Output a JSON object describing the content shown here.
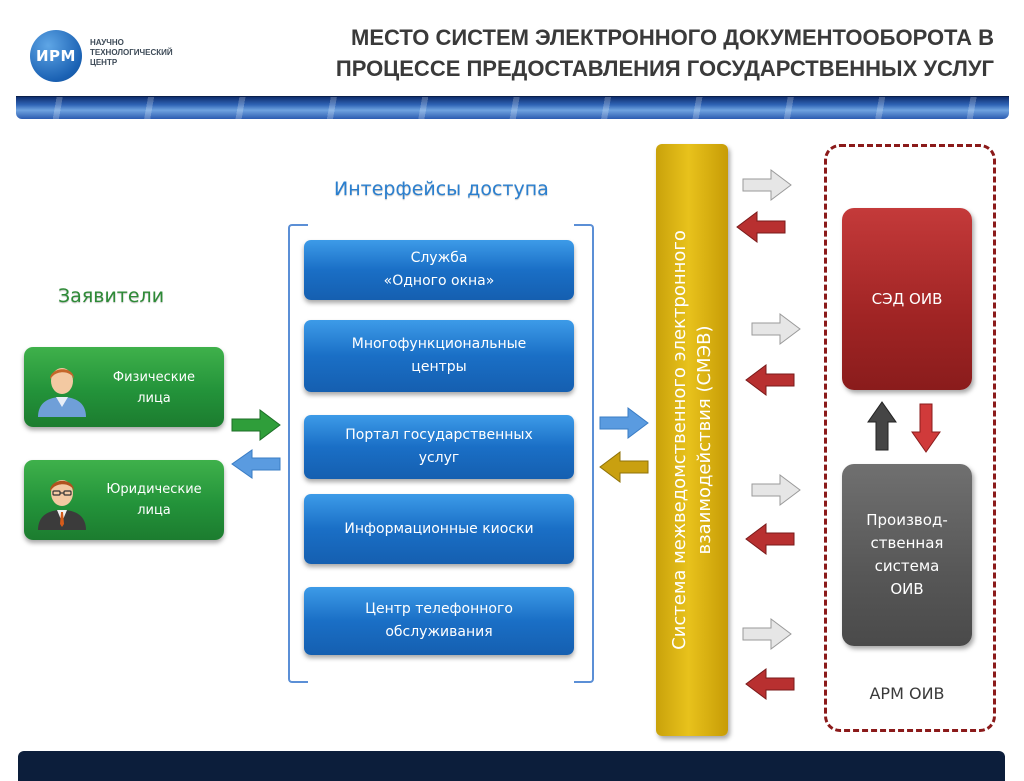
{
  "logo": {
    "abbr": "ИРМ",
    "line1": "НАУЧНО",
    "line2": "ТЕХНОЛОГИЧЕСКИЙ",
    "line3": "ЦЕНТР"
  },
  "title": {
    "line1": "МЕСТО СИСТЕМ ЭЛЕКТРОННОГО ДОКУМЕНТООБОРОТА В",
    "line2": "ПРОЦЕССЕ ПРЕДОСТАВЛЕНИЯ ГОСУДАРСТВЕННЫХ УСЛУГ"
  },
  "applicants": {
    "title": "Заявители",
    "items": [
      {
        "line1": "Физические",
        "line2": "лица"
      },
      {
        "line1": "Юридические",
        "line2": "лица"
      }
    ]
  },
  "interfaces": {
    "title": "Интерфейсы доступа",
    "items": [
      {
        "line1": "Служба",
        "line2": "«Одного окна»"
      },
      {
        "line1": "Многофункциональные",
        "line2": "центры"
      },
      {
        "line1": "Портал государственных",
        "line2": "услуг"
      },
      {
        "line1": "Информационные киоски",
        "line2": ""
      },
      {
        "line1": "Центр телефонного",
        "line2": "обслуживания"
      }
    ]
  },
  "smev": {
    "line1": "Система межведомственного электронного",
    "line2": "взаимодействия (СМЭВ)"
  },
  "oiv": {
    "sed": "СЭД ОИВ",
    "production": {
      "line1": "Производ-",
      "line2": "ственная",
      "line3": "система",
      "line4": "ОИВ"
    },
    "arm": "АРМ ОИВ"
  },
  "colors": {
    "accent_blue": "#1a6fc6",
    "applicant_green": "#23933a",
    "smev_gold": "#e0b814",
    "sed_red": "#a02424",
    "prod_gray": "#575757"
  }
}
